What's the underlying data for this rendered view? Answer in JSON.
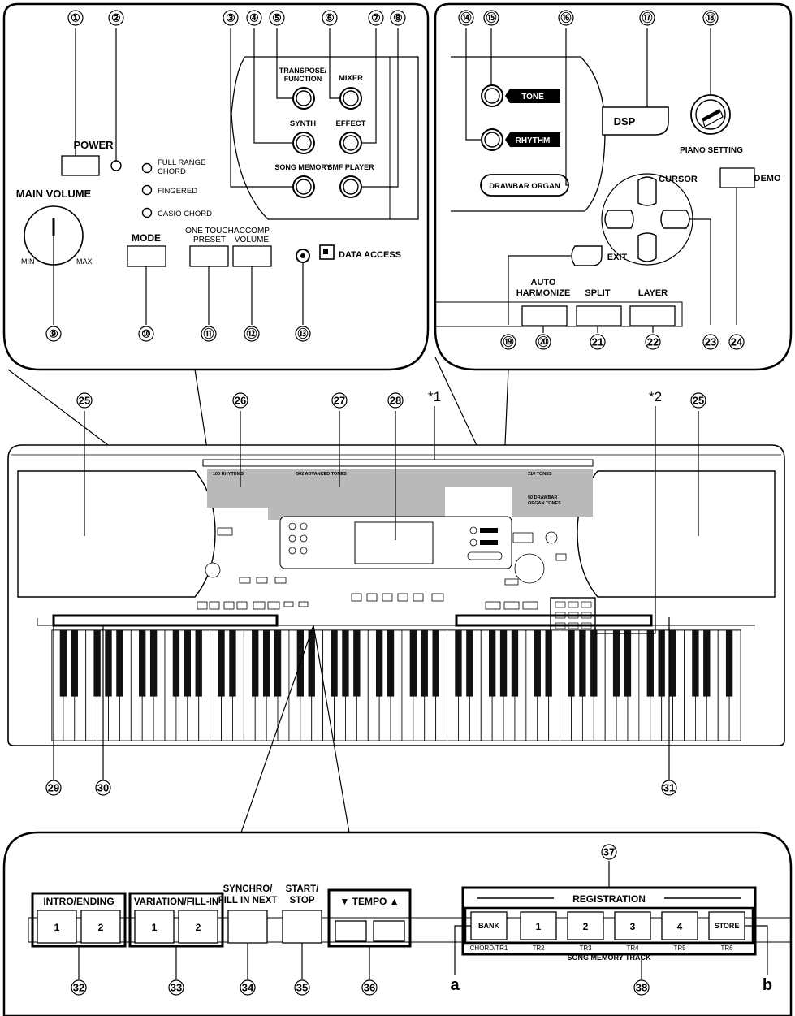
{
  "callouts": {
    "n1": "①",
    "n2": "②",
    "n3": "③",
    "n4": "④",
    "n5": "⑤",
    "n6": "⑥",
    "n7": "⑦",
    "n8": "⑧",
    "n9": "⑨",
    "n10": "⑩",
    "n11": "⑪",
    "n12": "⑫",
    "n13": "⑬",
    "n14": "⑭",
    "n15": "⑮",
    "n16": "⑯",
    "n17": "⑰",
    "n18": "⑱",
    "n19": "⑲",
    "n20": "⑳",
    "n21": "21",
    "n22": "22",
    "n23": "23",
    "n24": "24",
    "n25": "25",
    "n26": "26",
    "n27": "27",
    "n28": "28",
    "n29": "29",
    "n30": "30",
    "n31": "31",
    "n32": "32",
    "n33": "33",
    "n34": "34",
    "n35": "35",
    "n36": "36",
    "n37": "37",
    "n38": "38"
  },
  "note1": "*1",
  "note2": "*2",
  "letter_a": "a",
  "letter_b": "b",
  "left_panel": {
    "power": "POWER",
    "main_volume": "MAIN VOLUME",
    "min": "MIN",
    "max": "MAX",
    "full_range_1": "FULL RANGE",
    "full_range_2": "CHORD",
    "fingered": "FINGERED",
    "casio_chord": "CASIO CHORD",
    "mode": "MODE",
    "one_touch_1": "ONE TOUCH",
    "one_touch_2": "PRESET",
    "accomp_1": "ACCOMP",
    "accomp_2": "VOLUME",
    "data_access": "DATA ACCESS",
    "transpose_1": "TRANSPOSE/",
    "transpose_2": "FUNCTION",
    "mixer": "MIXER",
    "synth": "SYNTH",
    "effect": "EFFECT",
    "song_memory": "SONG MEMORY",
    "smf_player": "SMF PLAYER"
  },
  "right_panel": {
    "tone": "TONE",
    "rhythm": "RHYTHM",
    "drawbar": "DRAWBAR ORGAN",
    "dsp": "DSP",
    "piano_setting": "PIANO SETTING",
    "cursor": "CURSOR",
    "demo": "DEMO",
    "exit": "EXIT",
    "auto_1": "AUTO",
    "auto_2": "HARMONIZE",
    "split": "SPLIT",
    "layer": "LAYER"
  },
  "keyboard": {
    "tones_100": "100 RHYTHMS",
    "tones_502": "502 ADVANCED TONES",
    "tones_210": "210 TONES",
    "drawbar_1": "50 DRAWBAR",
    "drawbar_2": "ORGAN TONES",
    "white_keys": 61
  },
  "bottom_panel": {
    "intro_ending": "INTRO/ENDING",
    "variation": "VARIATION/FILL-IN",
    "b1": "1",
    "b2": "2",
    "synchro_1": "SYNCHRO/",
    "synchro_2": "FILL IN NEXT",
    "start_1": "START/",
    "start_2": "STOP",
    "tempo": "▼ TEMPO ▲",
    "registration": "REGISTRATION",
    "bank": "BANK",
    "r1": "1",
    "r2": "2",
    "r3": "3",
    "r4": "4",
    "store": "STORE",
    "chord_tr1": "CHORD/TR1",
    "tr2": "TR2",
    "tr3": "TR3",
    "tr4": "TR4",
    "tr5": "TR5",
    "tr6": "TR6",
    "song_memory_track": "SONG MEMORY TRACK"
  }
}
